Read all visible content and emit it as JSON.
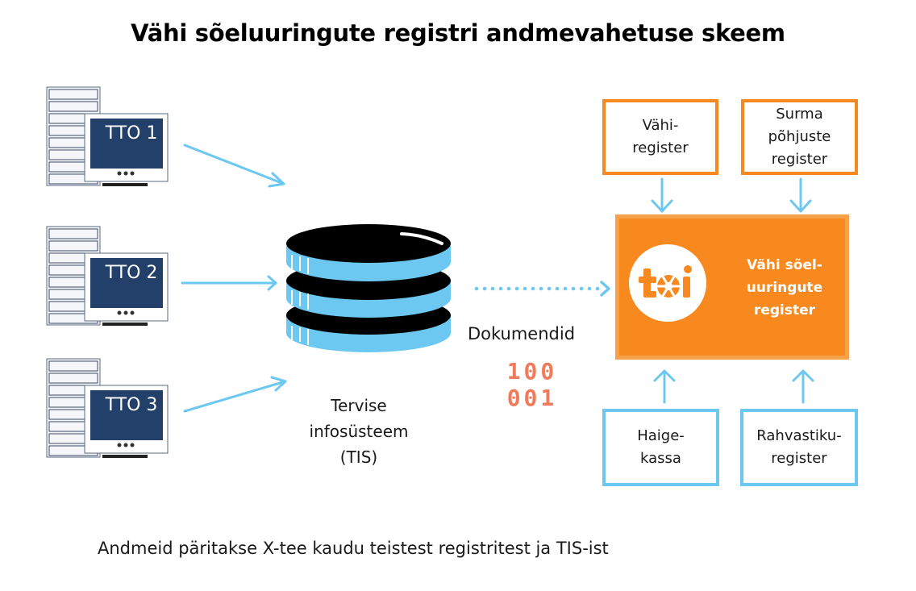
{
  "title": "Vähi sõeluuringute registri andmevahetuse skeem",
  "sources": [
    {
      "label": "TTO 1",
      "icon": "server-monitor-icon"
    },
    {
      "label": "TTO 2",
      "icon": "server-monitor-icon"
    },
    {
      "label": "TTO 3",
      "icon": "server-monitor-icon"
    }
  ],
  "tis": {
    "icon": "database-icon",
    "label_lines": [
      "Tervise",
      "infosüsteem",
      "(TIS)"
    ]
  },
  "transfer": {
    "label": "Dokumendid",
    "binary_lines": [
      "100",
      "001"
    ]
  },
  "central_register": {
    "logo_text": "tai",
    "label_lines": [
      "Vähi sõel-",
      "uuringute",
      "register"
    ]
  },
  "top_registers": [
    {
      "label_lines": [
        "Vähi-",
        "register"
      ]
    },
    {
      "label_lines": [
        "Surma",
        "põhjuste",
        "register"
      ]
    }
  ],
  "bottom_registers": [
    {
      "label_lines": [
        "Haige-",
        "kassa"
      ]
    },
    {
      "label_lines": [
        "Rahvastiku-",
        "register"
      ]
    }
  ],
  "footer": "Andmeid päritakse  X-tee kaudu teistest registritest ja TIS-ist",
  "colors": {
    "orange": "#f7891f",
    "blue": "#6cc8f0",
    "binary": "#f07a5a"
  }
}
